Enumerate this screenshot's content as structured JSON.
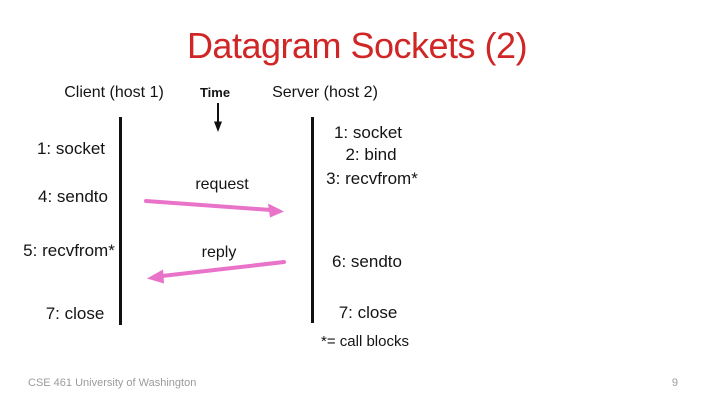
{
  "colors": {
    "title_red": "#d02626",
    "arrow_pink": "#e873c9",
    "ink_black": "#111111",
    "footer_gray": "#9b9b9b"
  },
  "slide": {
    "title": "Datagram Sockets (2)",
    "footer_left": "CSE 461 University of Washington",
    "page_number": "9"
  },
  "diagram": {
    "client_header": "Client (host 1)",
    "time_label": "Time",
    "server_header": "Server (host 2)",
    "client_steps": [
      "1: socket",
      "4: sendto",
      "5: recvfrom*",
      "7: close"
    ],
    "server_steps": [
      "1: socket",
      "2: bind",
      "3: recvfrom*",
      "6: sendto",
      "7: close"
    ],
    "messages": [
      "request",
      "reply"
    ],
    "footnote": "*= call blocks"
  }
}
